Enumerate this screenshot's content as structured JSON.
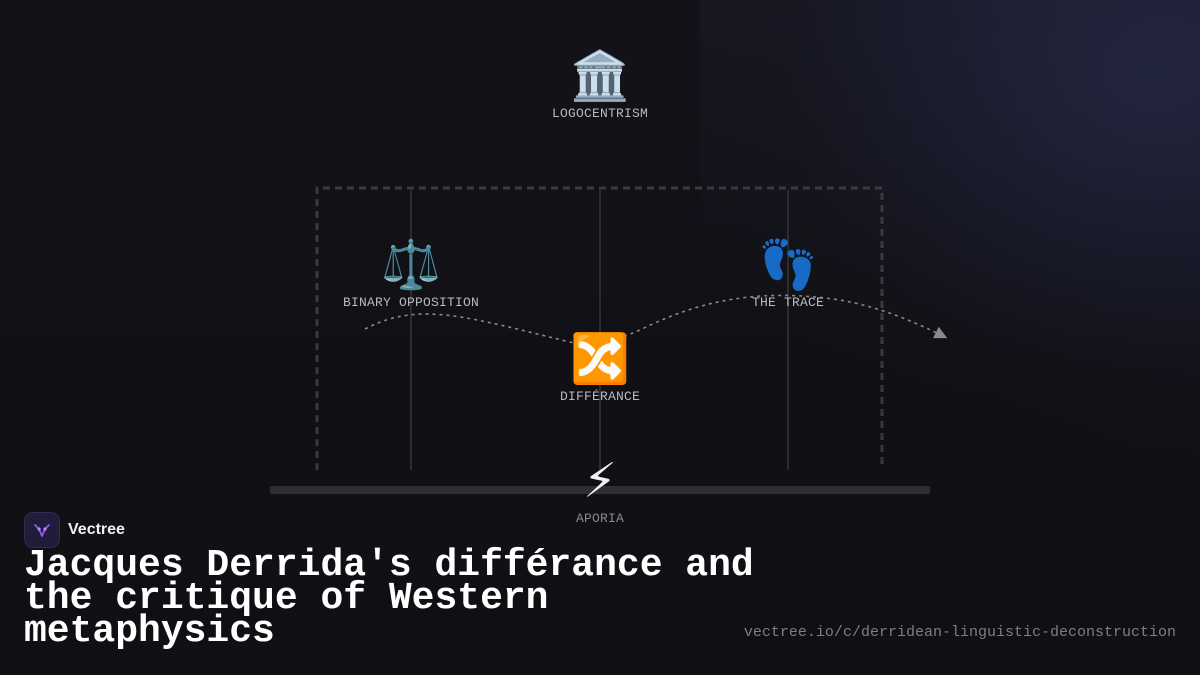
{
  "diagram": {
    "nodes": [
      {
        "id": "logocentrism",
        "icon": "classical-building-icon",
        "glyph": "🏛️",
        "label": "LOGOCENTRISM"
      },
      {
        "id": "binary",
        "icon": "balance-scale-icon",
        "glyph": "⚖️",
        "label": "BINARY OPPOSITION"
      },
      {
        "id": "trace",
        "icon": "footprints-icon",
        "glyph": "👣",
        "label": "THE TRACE"
      },
      {
        "id": "differance",
        "icon": "shuffle-icon",
        "glyph": "🔀",
        "label": "DIFFÉRANCE"
      },
      {
        "id": "aporia",
        "icon": "lightning-icon",
        "glyph": "⚡",
        "label": "APORIA"
      }
    ]
  },
  "brand": {
    "name": "Vectree",
    "logo_icon": "vectree-logo-icon",
    "accent_color": "#8b5cf6"
  },
  "title": "Jacques Derrida's différance and the critique of Western metaphysics",
  "url": "vectree.io/c/derridean-linguistic-deconstruction",
  "colors": {
    "background": "#111116",
    "structure": "#3a3a3e",
    "label": "#b9b9c0",
    "url": "#7d7d85"
  }
}
